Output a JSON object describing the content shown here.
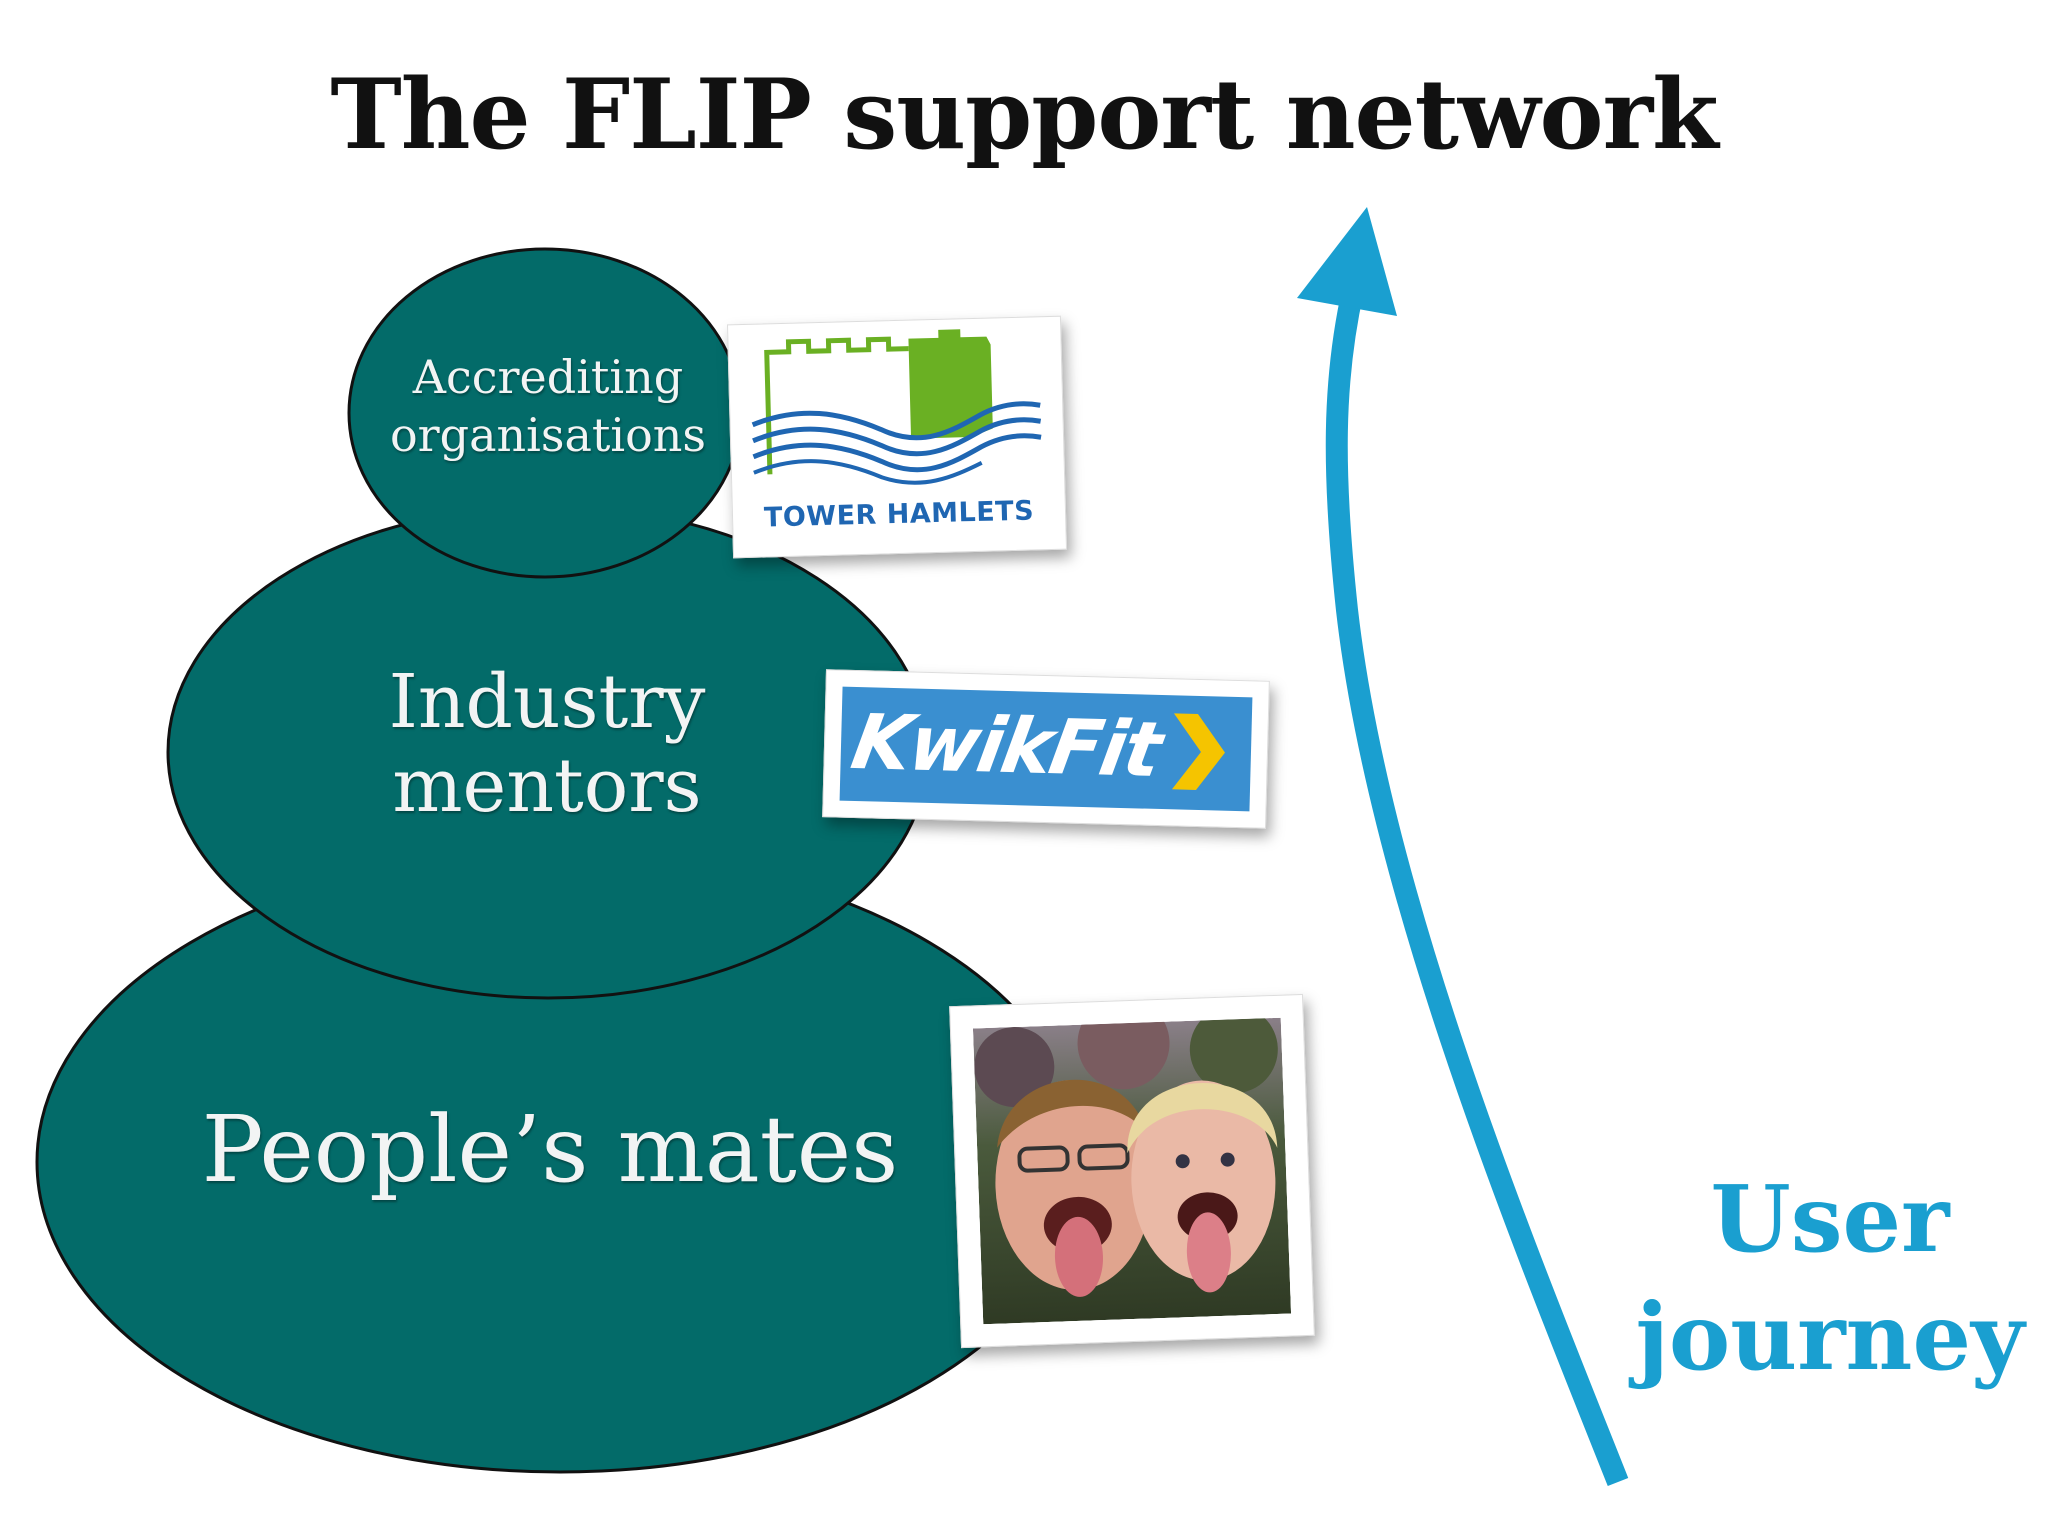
{
  "slide": {
    "title": "The FLIP support network"
  },
  "tiers": [
    {
      "label": "Accrediting organisations",
      "line1": "Accrediting",
      "line2": "organisations",
      "logo": "tower-hamlets-logo"
    },
    {
      "label": "Industry mentors",
      "line1": "Industry",
      "line2": "mentors",
      "logo": "kwik-fit-logo"
    },
    {
      "label": "People’s mates",
      "logo": "friends-photo"
    }
  ],
  "logos": {
    "tower_hamlets_text": "TOWER HAMLETS",
    "kwikfit_text": "KwikFit"
  },
  "arrow": {
    "label_line1": "User",
    "label_line2": "journey",
    "direction": "up"
  },
  "colors": {
    "ellipse_fill": "#036b69",
    "ellipse_stroke": "#111111",
    "arrow": "#1a9fd0",
    "tower_blue": "#1f66b2",
    "tower_green": "#6ab023",
    "kwikfit_blue": "#3a8fd0",
    "kwikfit_chevron": "#f5c400"
  }
}
